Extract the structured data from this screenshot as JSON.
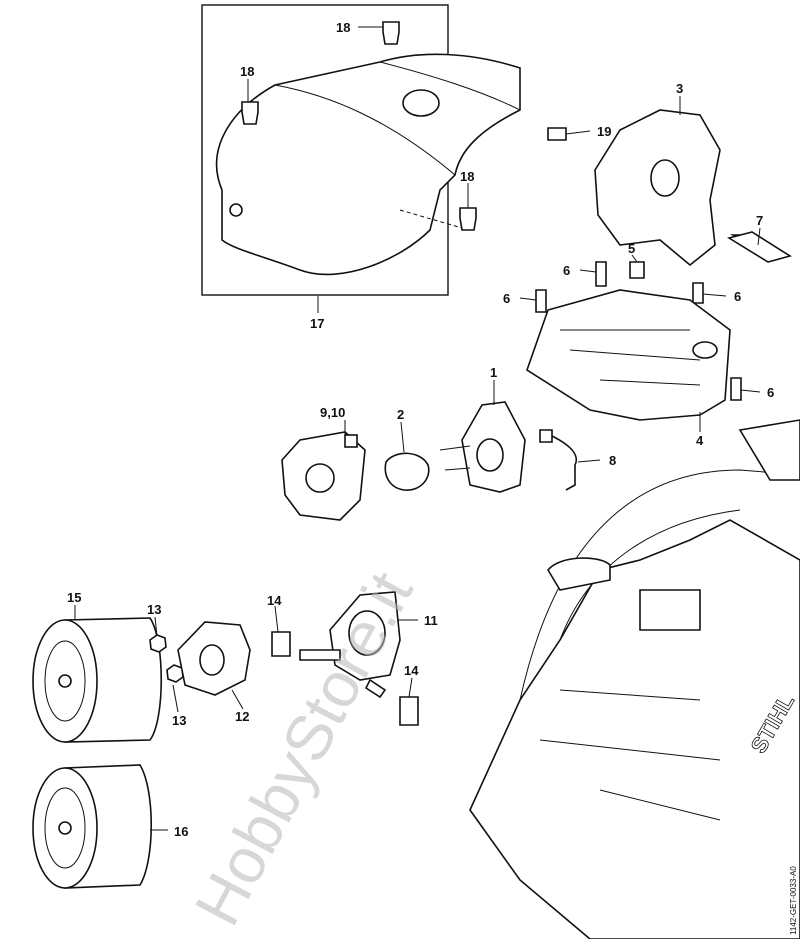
{
  "diagram": {
    "callouts": [
      {
        "id": "18a",
        "label": "18"
      },
      {
        "id": "18b",
        "label": "18"
      },
      {
        "id": "18c",
        "label": "18"
      },
      {
        "id": "17",
        "label": "17"
      },
      {
        "id": "3",
        "label": "3"
      },
      {
        "id": "19",
        "label": "19"
      },
      {
        "id": "7",
        "label": "7"
      },
      {
        "id": "5",
        "label": "5"
      },
      {
        "id": "6a",
        "label": "6"
      },
      {
        "id": "6b",
        "label": "6"
      },
      {
        "id": "6c",
        "label": "6"
      },
      {
        "id": "6d",
        "label": "6"
      },
      {
        "id": "1",
        "label": "1"
      },
      {
        "id": "4",
        "label": "4"
      },
      {
        "id": "910",
        "label": "9,10"
      },
      {
        "id": "2",
        "label": "2"
      },
      {
        "id": "8",
        "label": "8"
      },
      {
        "id": "15",
        "label": "15"
      },
      {
        "id": "13a",
        "label": "13"
      },
      {
        "id": "14a",
        "label": "14"
      },
      {
        "id": "11",
        "label": "11"
      },
      {
        "id": "14b",
        "label": "14"
      },
      {
        "id": "13b",
        "label": "13"
      },
      {
        "id": "12",
        "label": "12"
      },
      {
        "id": "16",
        "label": "16"
      }
    ],
    "drawing_code": "1142-GET-0033-A0",
    "watermark": "HobbyStore.it",
    "brand_marks": [
      "STIHL"
    ]
  }
}
